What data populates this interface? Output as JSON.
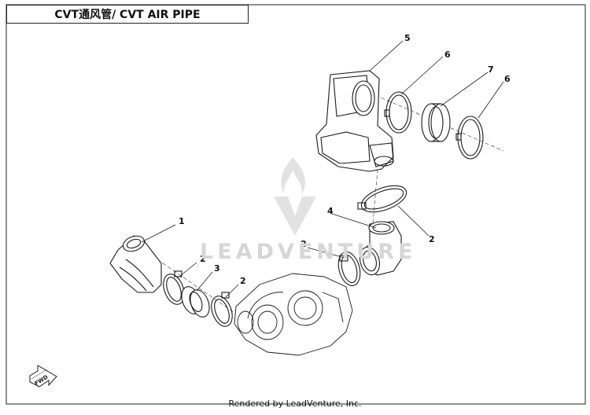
{
  "title": "CVT通风管/ CVT AIR PIPE",
  "footer": "Rendered by LeadVenture, Inc.",
  "watermark": "LEADVENTURE",
  "fwd_label": "FWD",
  "callouts": [
    "1",
    "2",
    "3",
    "2",
    "2",
    "4",
    "2",
    "5",
    "6",
    "7",
    "6"
  ],
  "colors": {
    "line": "#1a1a1a",
    "watermark": "#d6d6d6",
    "background": "#ffffff"
  }
}
